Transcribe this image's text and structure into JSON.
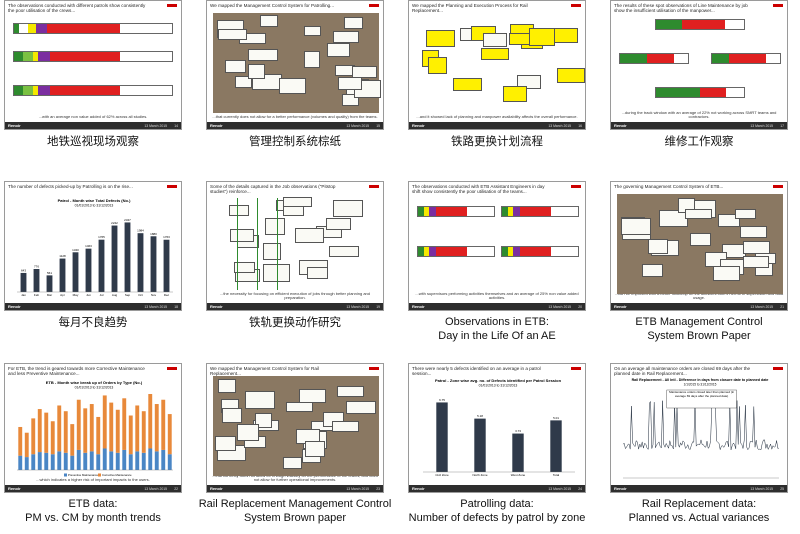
{
  "slides": [
    {
      "title": "The observations conducted with different patrols show consistently the poor utilisation of the crews...",
      "footer": "...with an average non value added of 62% across all studies.",
      "caption_lines": [
        "地铁巡视现场观察"
      ],
      "date": "13 March 2015",
      "page": "14",
      "logo": "Renoir"
    },
    {
      "title": "We mapped the Management Control System for Patrolling...",
      "footer": "...that currently does not allow for a better performance (volumes and quality) from the teams.",
      "caption_lines": [
        "管理控制系统棕纸"
      ],
      "date": "13 March 2015",
      "page": "15",
      "logo": "Renoir"
    },
    {
      "title": "We mapped the Planning and Execution Process for Rail Replacement...",
      "footer": "...and it showed lack of planning and manpower availability affects the overall performance.",
      "caption_lines": [
        "铁路更换计划流程"
      ],
      "date": "13 March 2015",
      "page": "16",
      "logo": "Renoir"
    },
    {
      "title": "The results of these spot observations of Line Maintenance by job show the insufficient utilisation of the manpower...",
      "footer": "...during the track window with an average of 22% not working across SMRT teams and contractors.",
      "caption_lines": [
        "维修工作观察"
      ],
      "date": "13 March 2015",
      "page": "17",
      "logo": "Renoir"
    },
    {
      "title": "The number of defects picked-up by Patrolling is on the rise...",
      "footer": "",
      "caption_lines": [
        "每月不良趋势"
      ],
      "date": "13 March 2015",
      "page": "18",
      "logo": "Renoir"
    },
    {
      "title": "Some of the details captured in the Job observations (\"Pitstop studies\") reinforce...",
      "footer": "...the necessity for focusing on efficient execution of jobs through better planning and preparation.",
      "caption_lines": [
        "铁轨更换动作研究"
      ],
      "date": "13 March 2015",
      "page": "19",
      "logo": "Renoir"
    },
    {
      "title": "The observations conducted with ETB Assistant Engineers in day shift show consistently the poor utilisation of the teams...",
      "footer": "...with supervisors performing activities themselves and an average of 25% non value added activities.",
      "caption_lines": [
        "Observations in ETB:",
        "Day in the Life Of an AE"
      ],
      "date": "13 March 2015",
      "page": "20",
      "logo": "Renoir"
    },
    {
      "title": "The governing Management Control System of ETB...",
      "footer": "...can be improved with a better follow-up on the activities both in terms of supervision and data usage.",
      "caption_lines": [
        "ETB Management Control",
        "System Brown Paper"
      ],
      "date": "13 March 2015",
      "page": "21",
      "logo": "Renoir"
    },
    {
      "title": "For ETB, the trend is geared towards more Corrective Maintenance and less Preventive Maintenance...",
      "footer": "...which indicates a higher risk of important impacts to the users.",
      "caption_lines": [
        "ETB data:",
        "PM vs. CM by month trends"
      ],
      "date": "13 March 2015",
      "page": "22",
      "logo": "Renoir"
    },
    {
      "title": "We mapped the Management Control System for Rail Replacement...",
      "footer": "...that currently does not allow for enough visibility on the performance of the teams, and does not allow for further operational improvements.",
      "caption_lines": [
        "Rail Replacement Management Control",
        "System Brown paper"
      ],
      "date": "13 March 2015",
      "page": "23",
      "logo": "Renoir"
    },
    {
      "title": "There were nearly 5 defects identified on an average in a patrol session...",
      "footer": "",
      "caption_lines": [
        "Patrolling data:",
        "Number of defects by patrol by zone"
      ],
      "date": "13 March 2015",
      "page": "24",
      "logo": "Renoir"
    },
    {
      "title": "On an average all maintenance orders are closed 69 days after the planned date in Rail Replacement...",
      "footer": "",
      "caption_lines": [
        "Rail Replacement data:",
        "Planned vs. Actual variances"
      ],
      "date": "13 March 2015",
      "page": "25",
      "logo": "Renoir"
    }
  ],
  "chart_data": [
    {
      "type": "bar",
      "title": "Patrol - Month wise Total Defects (No.)",
      "subtitle": "01/01/2013 to 31/12/2013",
      "categories": [
        "Jan",
        "Feb",
        "Mar",
        "Apr",
        "May",
        "Jun",
        "Jul",
        "Aug",
        "Sep",
        "Oct",
        "Nov",
        "Dec"
      ],
      "values": [
        643,
        776,
        561,
        1128,
        1340,
        1463,
        1765,
        2242,
        2347,
        1984,
        1880,
        1763
      ],
      "color": "#2f3a4a"
    },
    {
      "type": "bar",
      "title": "ETB - Month wise break up of Orders by Type (No.)",
      "subtitle": "01/01/2013 to 31/12/2013",
      "categories": [
        "1",
        "2",
        "3",
        "4",
        "5",
        "6",
        "7",
        "8",
        "9",
        "10",
        "11",
        "12",
        "13",
        "14",
        "15",
        "16",
        "17",
        "18",
        "19",
        "20",
        "21",
        "22",
        "23",
        "24"
      ],
      "series": [
        {
          "name": "Preventive Maintenance",
          "values": [
            20,
            18,
            22,
            25,
            24,
            22,
            26,
            24,
            20,
            28,
            24,
            26,
            22,
            30,
            26,
            24,
            28,
            22,
            26,
            24,
            30,
            26,
            28,
            22
          ],
          "color": "#4a86c5"
        },
        {
          "name": "Corrective Maintenance",
          "values": [
            40,
            34,
            50,
            60,
            56,
            46,
            64,
            58,
            44,
            70,
            62,
            66,
            52,
            74,
            68,
            60,
            72,
            54,
            64,
            58,
            76,
            66,
            70,
            56
          ],
          "color": "#e8893a"
        }
      ]
    },
    {
      "type": "bar",
      "title": "Patrol - Zone wise avg. no. of Defects identified per Patrol Session",
      "subtitle": "01/01/2013 to 31/12/2013",
      "categories": [
        "Civil Zone",
        "North Zone",
        "West Zone",
        "Total"
      ],
      "values": [
        6.75,
        5.18,
        3.73,
        5.01
      ],
      "color": "#2f3a4a"
    },
    {
      "type": "line",
      "title": "Rail Replacement - All Intl - Difference in days from closure date to planned date",
      "subtitle": "1/1/2015 to 31/12/2015",
      "annotation": "Maintenance orders closed later than planned (in average 69 days after the planned date)"
    }
  ]
}
